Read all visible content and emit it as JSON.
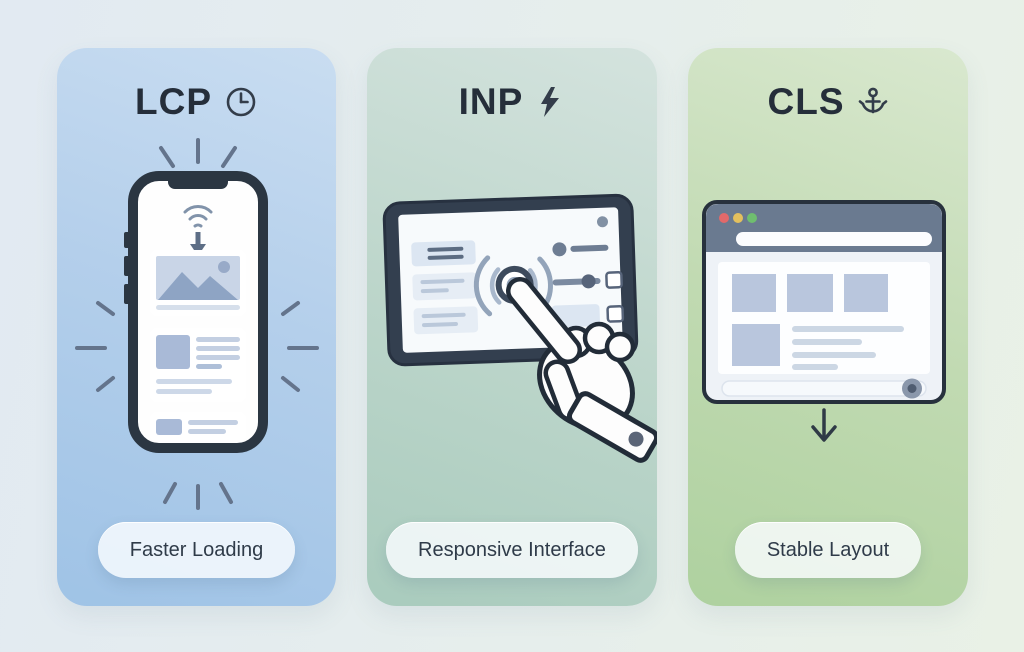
{
  "cards": [
    {
      "metric": "LCP",
      "icon": "clock-icon",
      "illustration": "phone-loading-illustration",
      "label": "Faster Loading",
      "theme": {
        "bg_start": "#c9ddf1",
        "bg_end": "#9fc3e6"
      }
    },
    {
      "metric": "INP",
      "icon": "lightning-icon",
      "illustration": "tablet-tap-illustration",
      "label": "Responsive Interface",
      "theme": {
        "bg_start": "#d4e3de",
        "bg_end": "#a9cbbd"
      }
    },
    {
      "metric": "CLS",
      "icon": "anchor-icon",
      "illustration": "browser-stable-illustration",
      "label": "Stable Layout",
      "theme": {
        "bg_start": "#d9e8cf",
        "bg_end": "#aed19f"
      }
    }
  ],
  "colors": {
    "background_left": "#e2eaf2",
    "background_right": "#e9f1e6",
    "ink_dark": "#252e3a",
    "ink_medium": "#64748c",
    "placeholder_fill": "#aabbd7",
    "placeholder_line": "#c6d1e3",
    "traffic_red": "#e2696a",
    "traffic_yellow": "#e3c05e",
    "traffic_green": "#6fbe6f",
    "pill_text": "#2f3b49"
  }
}
